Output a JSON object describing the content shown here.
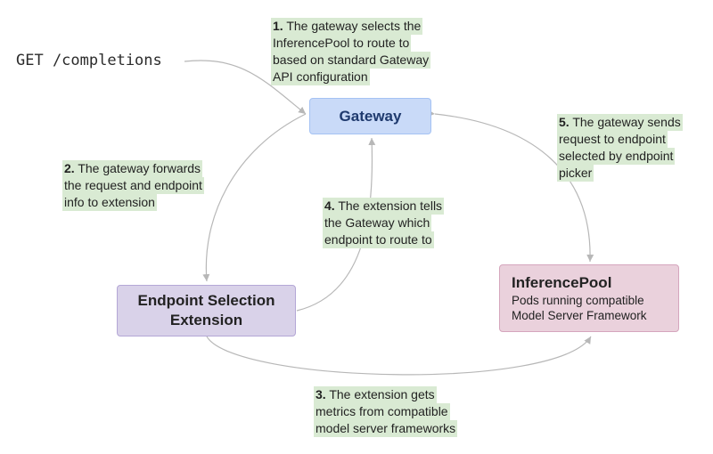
{
  "request": {
    "label": "GET /completions"
  },
  "nodes": {
    "gateway": {
      "title": "Gateway"
    },
    "endpoint_selection": {
      "title_lines": [
        "Endpoint Selection",
        "Extension"
      ]
    },
    "inference_pool": {
      "title": "InferencePool",
      "subtitle_lines": [
        "Pods running compatible",
        "Model Server Framework"
      ]
    }
  },
  "notes": {
    "step1": {
      "number": "1.",
      "lines": [
        "The gateway selects the",
        "InferencePool to route to",
        "based on standard Gateway",
        "API configuration"
      ]
    },
    "step2": {
      "number": "2.",
      "lines": [
        "The gateway forwards",
        "the request and endpoint",
        "info to extension"
      ]
    },
    "step3": {
      "number": "3.",
      "lines": [
        "The extension gets",
        "metrics from compatible",
        "model server frameworks"
      ]
    },
    "step4": {
      "number": "4.",
      "lines": [
        "The extension tells",
        "the Gateway which",
        "endpoint to route to"
      ]
    },
    "step5": {
      "number": "5.",
      "lines": [
        "The gateway sends",
        "request to endpoint",
        "selected by endpoint",
        "picker"
      ]
    }
  },
  "colors": {
    "gateway_fill": "#c9daf8",
    "extension_fill": "#d9d2e9",
    "pool_fill": "#ead1dc",
    "note_highlight": "#d9ead3",
    "arrow": "#b7b7b7"
  }
}
